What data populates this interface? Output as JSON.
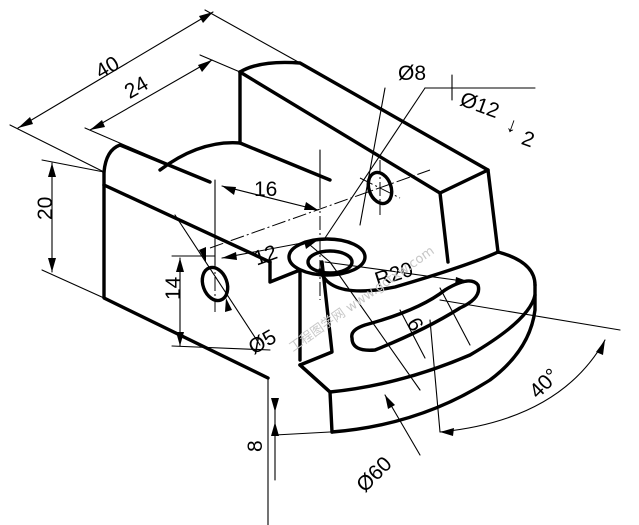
{
  "dimensions": {
    "d40": "40",
    "d24": "24",
    "d20": "20",
    "d16": "16",
    "d12": "12",
    "d14": "14",
    "d5": "Ø5",
    "d8_hole": "Ø8",
    "d12_cbore": "Ø12",
    "d2": "2",
    "r20": "R20",
    "d6": "6",
    "d40deg": "40°",
    "d8_thk": "8",
    "d60": "Ø60"
  },
  "watermark": "工程图学网 www.gctxw.com"
}
